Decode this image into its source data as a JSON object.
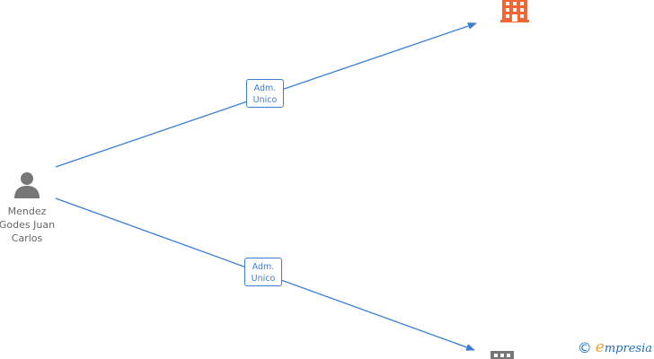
{
  "person": {
    "name": "Mendez\nGodes Juan\nCarlos",
    "icon": "person-icon"
  },
  "relations": [
    {
      "label_line1": "Adm.",
      "label_line2": "Unico",
      "target": "company-top"
    },
    {
      "label_line1": "Adm.",
      "label_line2": "Unico",
      "target": "company-bottom"
    }
  ],
  "companies": [
    {
      "id": "company-top",
      "icon": "building-icon",
      "color": "#f26633"
    },
    {
      "id": "company-bottom",
      "icon": "building-icon",
      "color": "#777777"
    }
  ],
  "watermark": {
    "symbol": "©",
    "brand_first": "e",
    "brand_rest": "mpresia"
  },
  "colors": {
    "edge": "#3a7dd4",
    "person": "#777777"
  }
}
